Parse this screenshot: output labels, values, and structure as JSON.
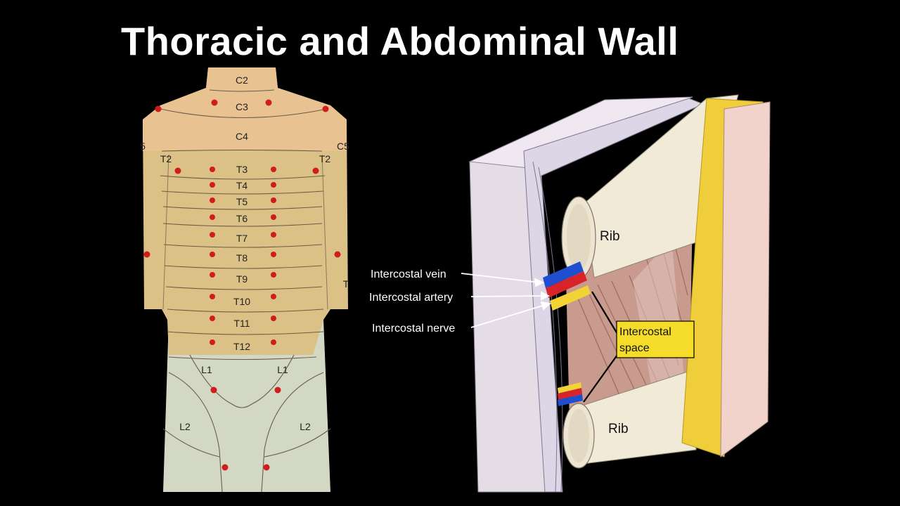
{
  "title": "Thoracic and Abdominal Wall",
  "colors": {
    "background": "#000000",
    "skin": "#e8c290",
    "trunk": "#dcc187",
    "legs": "#d3d8c4",
    "dot": "#d01c1c",
    "vein": "#1f4fd0",
    "artery": "#d8232a",
    "nerve": "#f2d335",
    "fat": "#f0cd3a",
    "label_box": "#f5dc2a"
  },
  "dermatomes": {
    "c2": "C2",
    "c3": "C3",
    "c4": "C4",
    "c5_left": "5",
    "c5_right": "C5",
    "t2_left": "T2",
    "t2_right": "T2",
    "t3": "T3",
    "t4": "T4",
    "t5": "T5",
    "t6": "T6",
    "t7": "T7",
    "t8": "T8",
    "t9": "T9",
    "t10": "T10",
    "t11": "T11",
    "t12": "T12",
    "t_right_edge": "T",
    "l1_left": "L1",
    "l1_right": "L1",
    "l2_left": "L2",
    "l2_right": "L2"
  },
  "section": {
    "rib_top": "Rib",
    "rib_bottom": "Rib",
    "vein": "Intercostal vein",
    "artery": "Intercostal artery",
    "nerve": "Intercostal nerve",
    "space_line1": "Intercostal",
    "space_line2": "space"
  }
}
